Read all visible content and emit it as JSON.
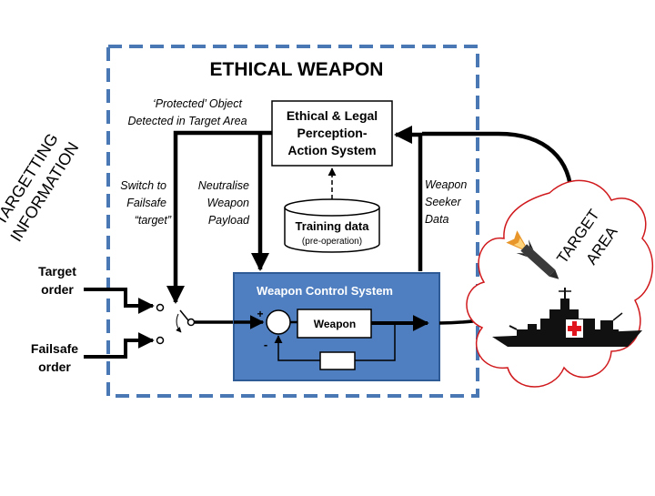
{
  "title": "ETHICAL  WEAPON",
  "labels": {
    "protected_line1": "‘Protected’ Object",
    "protected_line2": "Detected in Target Area",
    "switch_line1": "Switch to",
    "switch_line2": "Failsafe",
    "switch_line3": "“target”",
    "neutralise_line1": "Neutralise",
    "neutralise_line2": "Weapon",
    "neutralise_line3": "Payload",
    "seeker_line1": "Weapon",
    "seeker_line2": "Seeker",
    "seeker_line3": "Data",
    "targetting_line1": "TARGETTING",
    "targetting_line2": "INFORMATION",
    "target_order_line1": "Target",
    "target_order_line2": "order",
    "failsafe_order_line1": "Failsafe",
    "failsafe_order_line2": "order",
    "target_area_line1": "TARGET",
    "target_area_line2": "AREA"
  },
  "perception_box": {
    "line1": "Ethical & Legal",
    "line2": "Perception-",
    "line3": "Action System"
  },
  "training": {
    "line1": "Training data",
    "line2": "(pre-operation)"
  },
  "control_system": {
    "title": "Weapon Control System",
    "weapon_label": "Weapon",
    "plus": "+",
    "minus": "-"
  },
  "colors": {
    "dashed_border": "#4a78b4",
    "control_fill": "#4f7fc0",
    "control_border": "#2e5a96",
    "cloud_border": "#d0191c",
    "cross": "#e0141c"
  },
  "icons": [
    "missile-icon",
    "warship-icon",
    "red-cross-icon"
  ]
}
